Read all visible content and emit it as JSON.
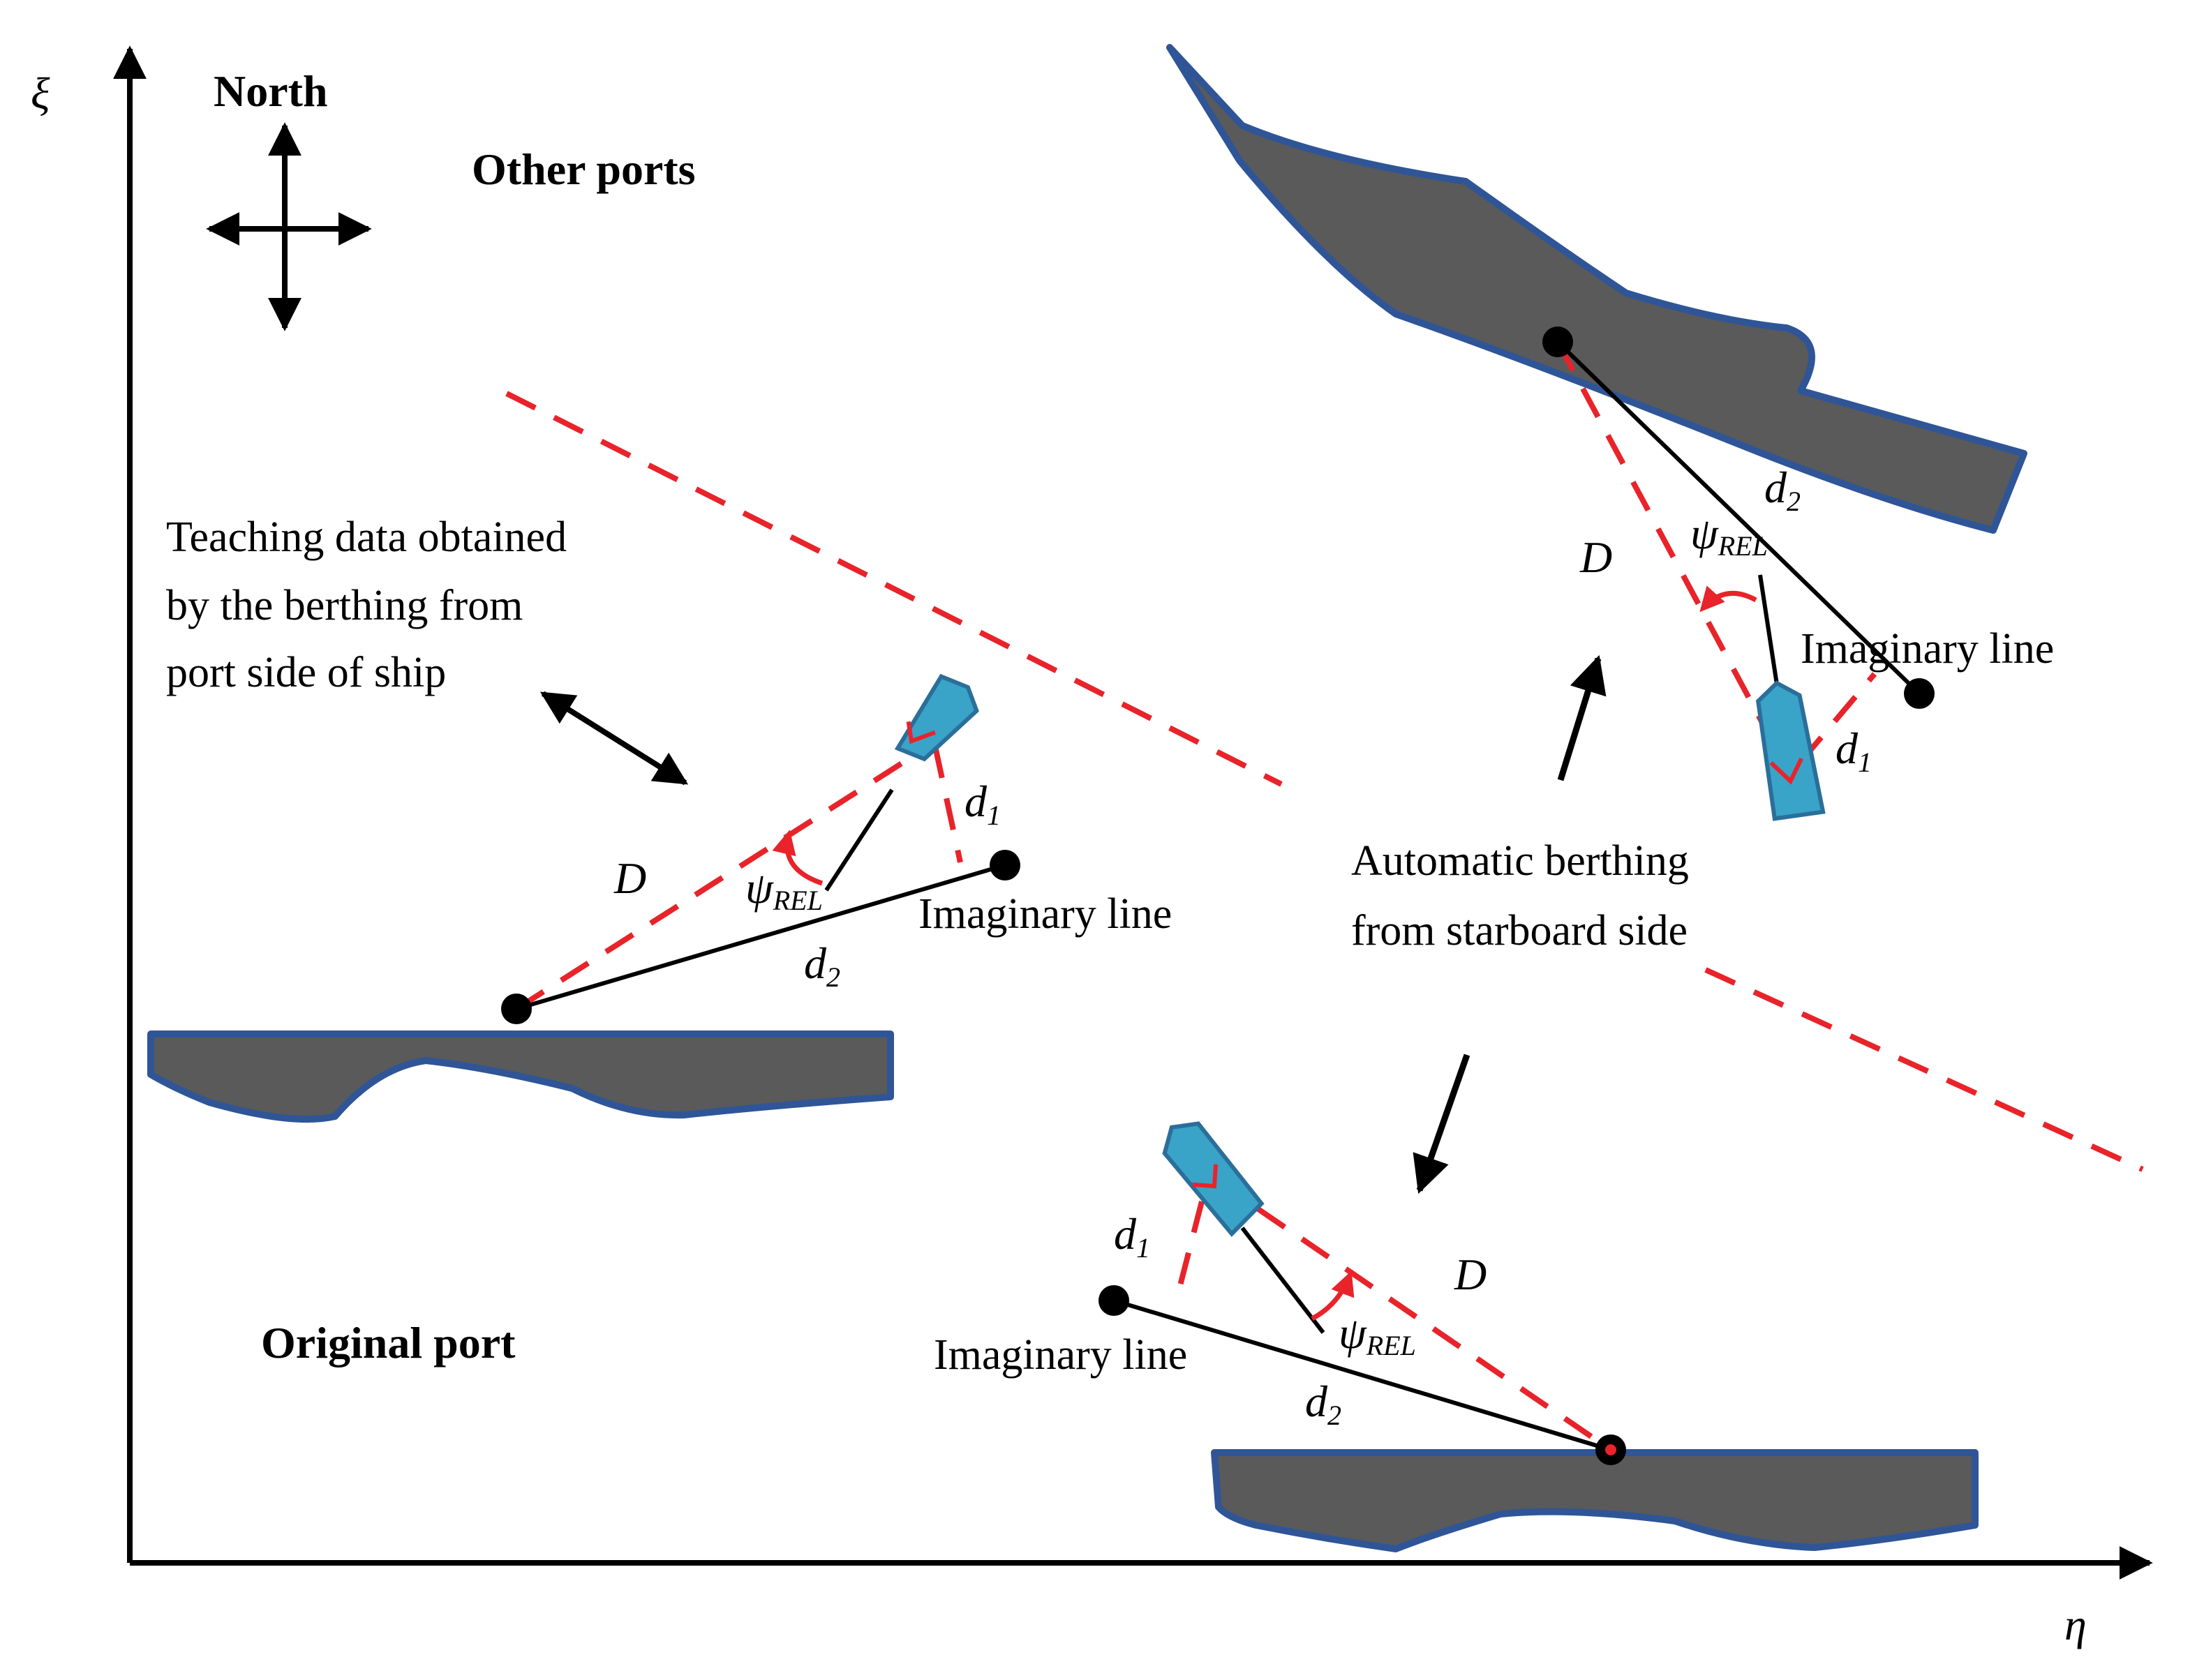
{
  "axes": {
    "vertical_label": "ξ",
    "horizontal_label": "η"
  },
  "compass": {
    "label": "North"
  },
  "regions": {
    "other_ports": "Other ports",
    "original_port": "Original port"
  },
  "annotations": {
    "teaching_line1": "Teaching data obtained",
    "teaching_line2": "by the berthing from",
    "teaching_line3": "port side of ship",
    "automatic_line1": "Automatic berthing",
    "automatic_line2": "from starboard side"
  },
  "symbols": {
    "imaginary_line": "Imaginary line",
    "distance_D": "D",
    "d": "d",
    "sub1": "1",
    "sub2": "2",
    "psi": "ψ",
    "rel": "REL"
  },
  "colors": {
    "dashed": "#e8232a",
    "quay_fill": "#5a5a5a",
    "quay_edge": "#2f5597",
    "ship": "#3aa3c8"
  }
}
